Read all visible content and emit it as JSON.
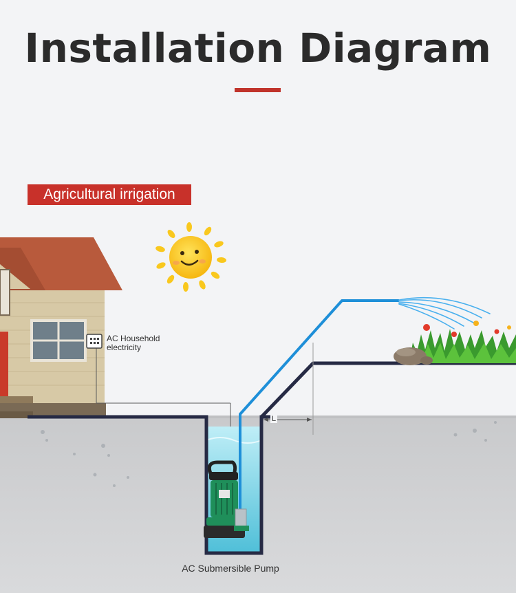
{
  "title": "Installation Diagram",
  "tag": "Agricultural irrigation",
  "labels": {
    "electricity_line1": "AC Household",
    "electricity_line2": "electricity",
    "distance": "L",
    "pump": "AC Submersible Pump"
  },
  "colors": {
    "accent_red": "#c8312a",
    "pipe_blue": "#1e8fd8",
    "well_outline": "#262a44",
    "water": "#8fd8ea",
    "ground": "#c9cacc",
    "house_wall": "#d7c9a6",
    "roof": "#b85a3c",
    "pump_green": "#1f8f5a",
    "grass": "#3a9a2e",
    "sun": "#f9c81e"
  },
  "icons": [
    "sun-icon",
    "socket-icon",
    "house-icon",
    "pump-icon",
    "garden-icon",
    "rock-icon"
  ]
}
